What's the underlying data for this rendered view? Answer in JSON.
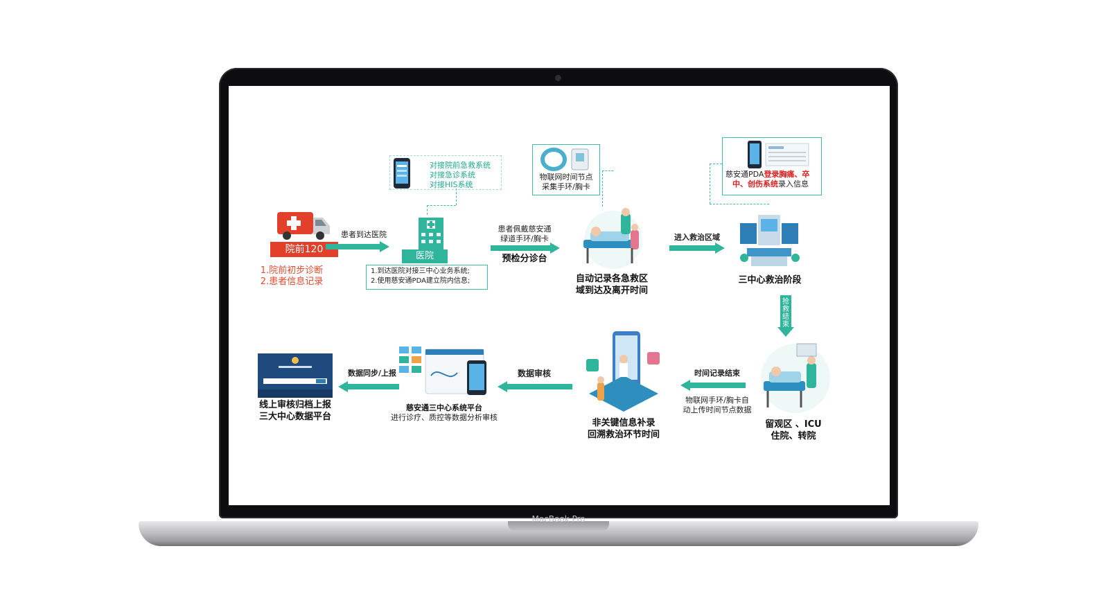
{
  "device": {
    "brand": "MacBook Pro"
  },
  "diagram": {
    "ambulance": {
      "label": "院前120",
      "notes": [
        "1.院前初步诊断",
        "2.患者信息记录"
      ]
    },
    "arrow1": "患者到达医院",
    "hospital": {
      "label": "医院",
      "notes": [
        "1.到达医院对接三中心业务系统;",
        "2.使用慈安通PDA建立院内信息;"
      ]
    },
    "hospital_systems": [
      "对接院前急救系统",
      "对接急诊系统",
      "对接HIS系统"
    ],
    "arrow2": {
      "line1": "患者佩戴慈安通",
      "line2": "绿道手环/胸卡",
      "sub": "预检分诊台"
    },
    "iot_box": {
      "line1": "物联网时间节点",
      "line2": "采集手环/胸卡"
    },
    "auto_record": [
      "自动记录各急救区",
      "域到达及离开时间"
    ],
    "arrow3": "进入救治区域",
    "pda_box": {
      "prefix": "慈安通PDA",
      "highlight1": "登录胸痛、卒",
      "highlight2": "中、创伤系统",
      "suffix": "录入信息"
    },
    "three_center": "三中心救治阶段",
    "rescue_end": "抢救结束",
    "observation": [
      "留观区 、ICU",
      "住院、转院"
    ],
    "arrow4": {
      "title": "时间记录结束",
      "sub1": "物联网手环/胸卡自",
      "sub2": "动上传时间节点数据"
    },
    "supplement": [
      "非关键信息补录",
      "回溯救治环节时间"
    ],
    "arrow5": "数据审核",
    "platform": [
      "慈安通三中心系统平台",
      "进行诊疗、质控等数据分析审核"
    ],
    "arrow6": "数据同步/上报",
    "upload": [
      "线上审核归档上报",
      "三大中心数据平台"
    ]
  },
  "colors": {
    "teal": "#2fb59b",
    "red": "#e34b2c",
    "highlight": "#e02020"
  }
}
